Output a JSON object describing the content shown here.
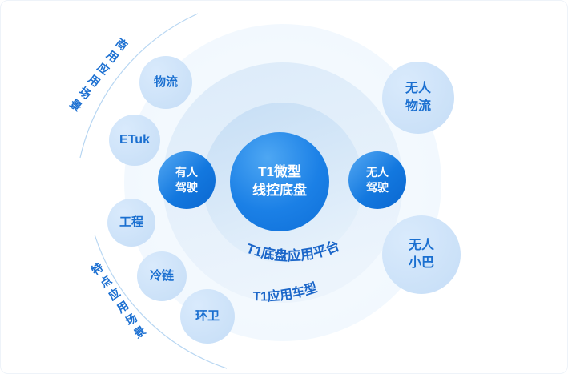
{
  "diagram": {
    "center": {
      "lines": [
        "T1微型",
        "线控底盘"
      ]
    },
    "modes": {
      "manned": {
        "lines": [
          "有人",
          "驾驶"
        ]
      },
      "unmanned": {
        "lines": [
          "无人",
          "驾驶"
        ]
      }
    },
    "left_satellites": {
      "logistics": {
        "label": "物流"
      },
      "etuk": {
        "label": "ETuk"
      },
      "engineering": {
        "label": "工程"
      },
      "coldchain": {
        "label": "冷链"
      },
      "sanitation": {
        "label": "环卫"
      }
    },
    "right_satellites": {
      "unmanned_logistics": {
        "lines": [
          "无人",
          "物流"
        ]
      },
      "unmanned_minibus": {
        "lines": [
          "无人",
          "小巴"
        ]
      }
    },
    "ring_labels": {
      "inner": "T1底盘应用平台",
      "outer": "T1应用车型"
    },
    "side_labels": {
      "top": "商用应用场景",
      "bottom": "特点应用场景"
    },
    "colors": {
      "dark_blue": "#0e6fd8",
      "light_blue_fill": "#cde2f8",
      "label_blue": "#1b66c9",
      "arc_stroke": "#b7d6f2"
    }
  }
}
